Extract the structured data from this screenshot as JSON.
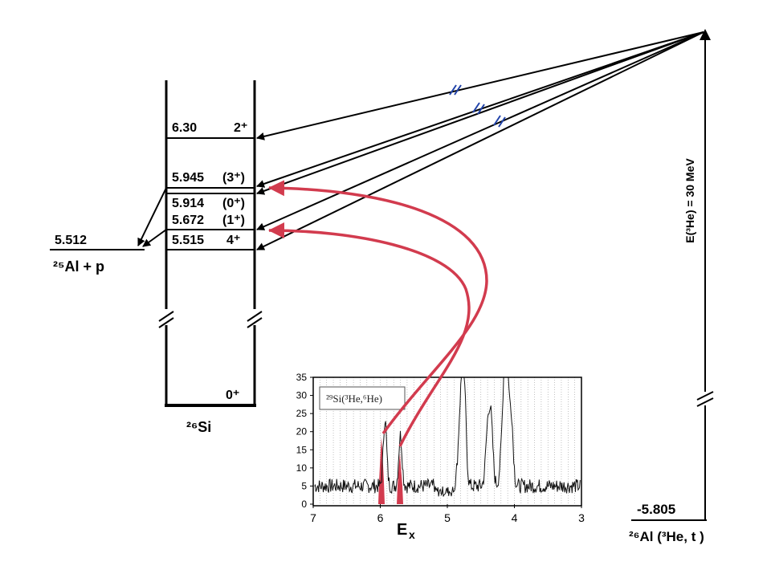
{
  "levels": [
    {
      "energy": "6.30",
      "spin": "2⁺"
    },
    {
      "energy": "5.945",
      "spin": "(3⁺)"
    },
    {
      "energy": "5.914",
      "spin": "(0⁺)"
    },
    {
      "energy": "5.672",
      "spin": "(1⁺)"
    },
    {
      "energy": "5.515",
      "spin": "4⁺"
    }
  ],
  "ground_state": {
    "spin": "0⁺",
    "nucleus": "²⁶Si"
  },
  "threshold": {
    "energy": "5.512",
    "channel": "²⁵Al + p"
  },
  "reaction": {
    "beam_label": "E(³He) = 30 MeV",
    "q_value": "-5.805",
    "label": "²⁶Al (³He, t )"
  },
  "spectrum": {
    "title": "²⁹Si(³He,⁶He)",
    "y_ticks": [
      "35",
      "30",
      "25",
      "20",
      "15",
      "10",
      "5",
      "0"
    ],
    "x_ticks": [
      "7",
      "6",
      "5",
      "4",
      "3"
    ],
    "x_axis_label": "E",
    "x_axis_sub": "x"
  },
  "colors": {
    "arrow": "#000000",
    "highlight": "#d23b4e",
    "break_mark": "#2244aa"
  }
}
